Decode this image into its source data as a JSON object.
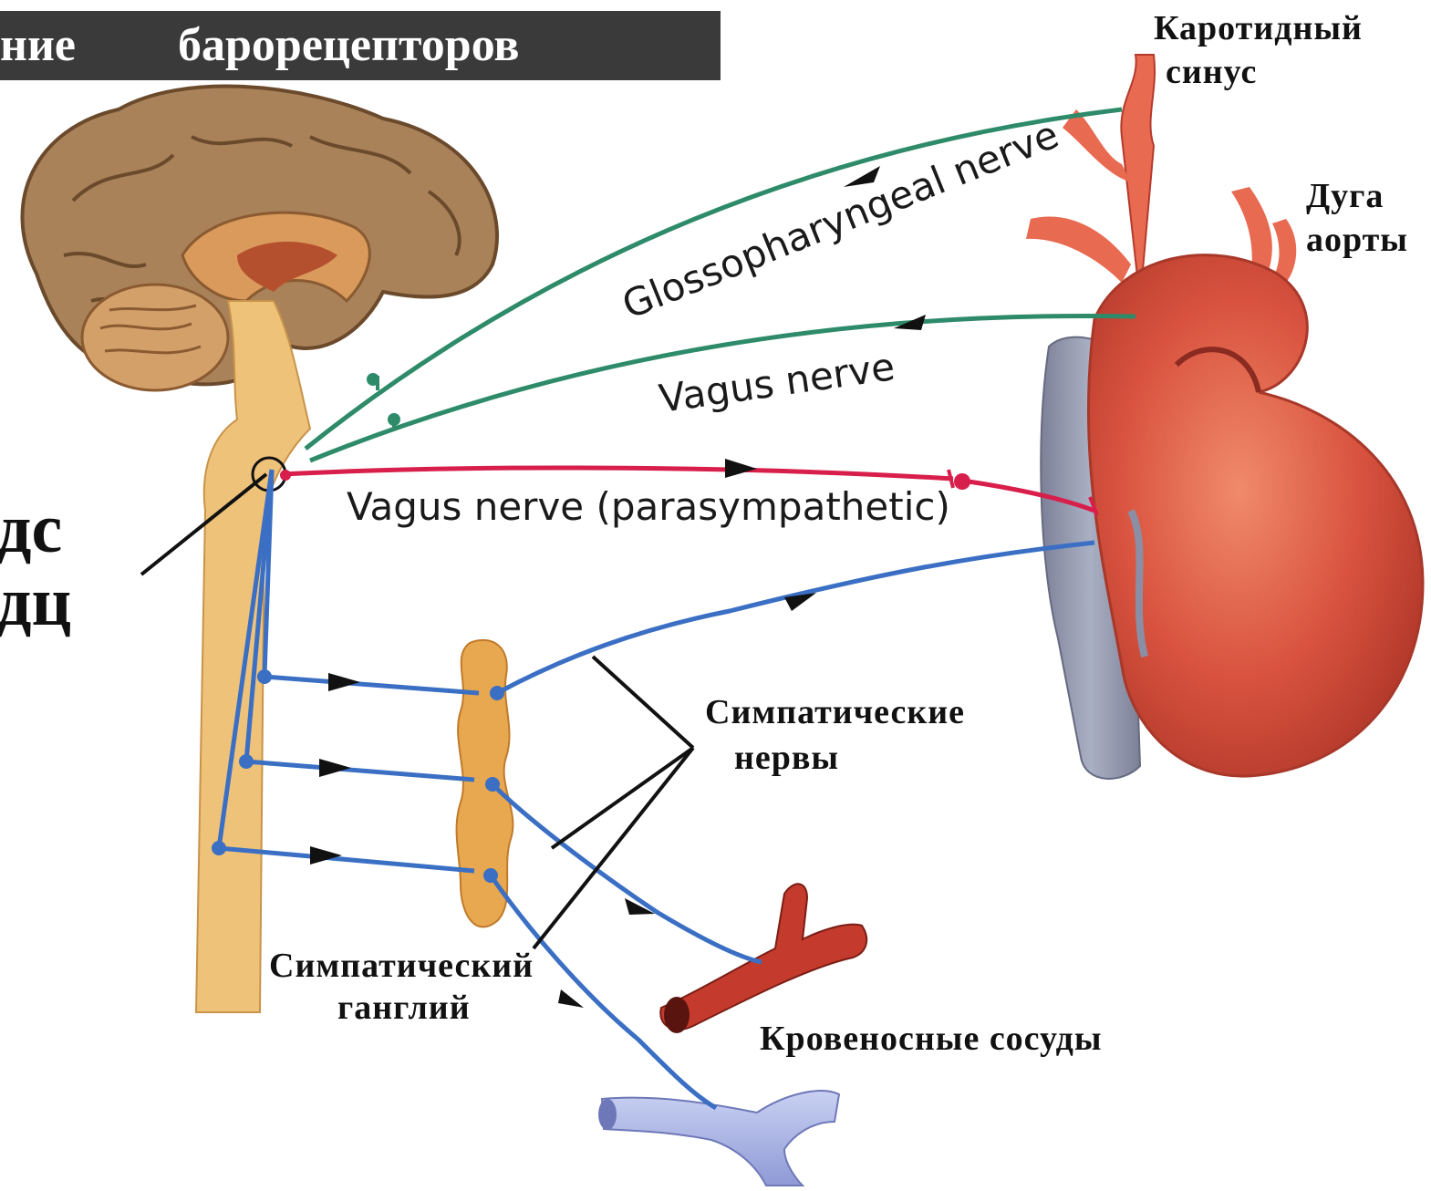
{
  "title": {
    "word1": "ние",
    "word2": "барорецепторов"
  },
  "labels": {
    "carotid_line1": "Каротидный",
    "carotid_line2": "синус",
    "aortic_line1": "Дуга",
    "aortic_line2": "аорты",
    "sympathetic_nerves_line1": "Симпатические",
    "sympathetic_nerves_line2": "нервы",
    "ganglion_line1": "Симпатический",
    "ganglion_line2": "ганглий",
    "blood_vessels": "Кровеносные сосуды",
    "center_line1": "дс",
    "center_line2": "дц"
  },
  "nerves": {
    "glossopharyngeal": "Glossopharyngeal nerve",
    "vagus": "Vagus nerve",
    "vagus_parasympathetic": "Vagus nerve (parasympathetic)"
  },
  "colors": {
    "afferent_nerve": "#2e8b6a",
    "parasympathetic_nerve": "#d81e4a",
    "sympathetic_nerve": "#3a6fc4",
    "brain_tissue": "#a9825a",
    "spinal_cord": "#efc27a",
    "heart": "#d9533f",
    "vein": "#8a8fa6",
    "ganglion": "#e8a850"
  },
  "icons": {
    "brain": "brain-illustration",
    "heart": "heart-illustration",
    "artery": "artery-illustration",
    "vein": "vein-illustration"
  }
}
